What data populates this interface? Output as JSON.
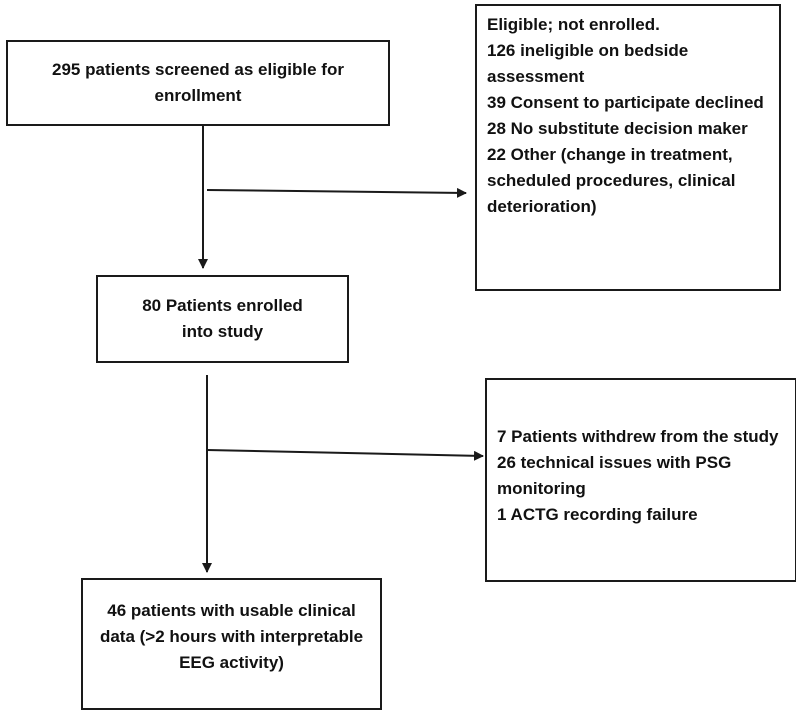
{
  "boxes": {
    "screened": {
      "text": "295 patients screened as eligible for enrollment"
    },
    "excluded": {
      "lines": [
        "Eligible; not enrolled.",
        "126 ineligible on bedside assessment",
        "39 Consent to participate declined",
        "28 No substitute decision maker",
        "22 Other (change in treatment, scheduled procedures, clinical deterioration)"
      ]
    },
    "enrolled": {
      "text": "80 Patients enrolled into study"
    },
    "withdrawn": {
      "lines": [
        "7 Patients withdrew from the study",
        "26 technical issues with PSG monitoring",
        "1 ACTG recording failure"
      ]
    },
    "usable": {
      "text": "46 patients with usable clinical data (>2 hours with interpretable EEG activity)"
    }
  },
  "colors": {
    "stroke": "#1a1a1a",
    "text": "#111111",
    "background": "#ffffff"
  }
}
